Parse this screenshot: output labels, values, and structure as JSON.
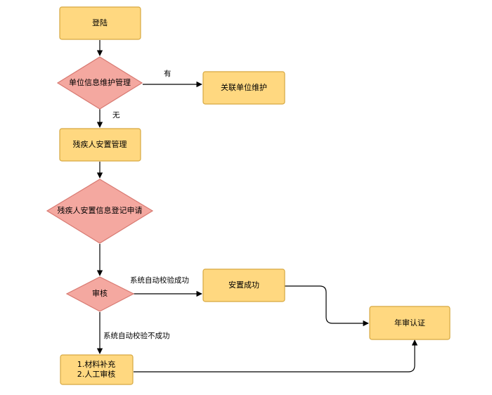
{
  "nodes": {
    "login": "登陆",
    "unit_info": "单位信息维护管理",
    "linked_unit": "关联单位维护",
    "disabled_mgmt": "残疾人安置管理",
    "register_apply": "残疾人安置信息登记申请",
    "audit": "审核",
    "success": "安置成功",
    "annual": "年审认证",
    "supplement_1": "1.材料补充",
    "supplement_2": "2.人工审核"
  },
  "edges": {
    "has": "有",
    "none": "无",
    "auto_pass": "系统自动校验成功",
    "auto_fail": "系统自动校验不成功"
  },
  "colors": {
    "process_fill": "#FFD880",
    "process_stroke": "#D6A840",
    "decision_fill": "#F4A8A0",
    "decision_stroke": "#D87A72"
  }
}
